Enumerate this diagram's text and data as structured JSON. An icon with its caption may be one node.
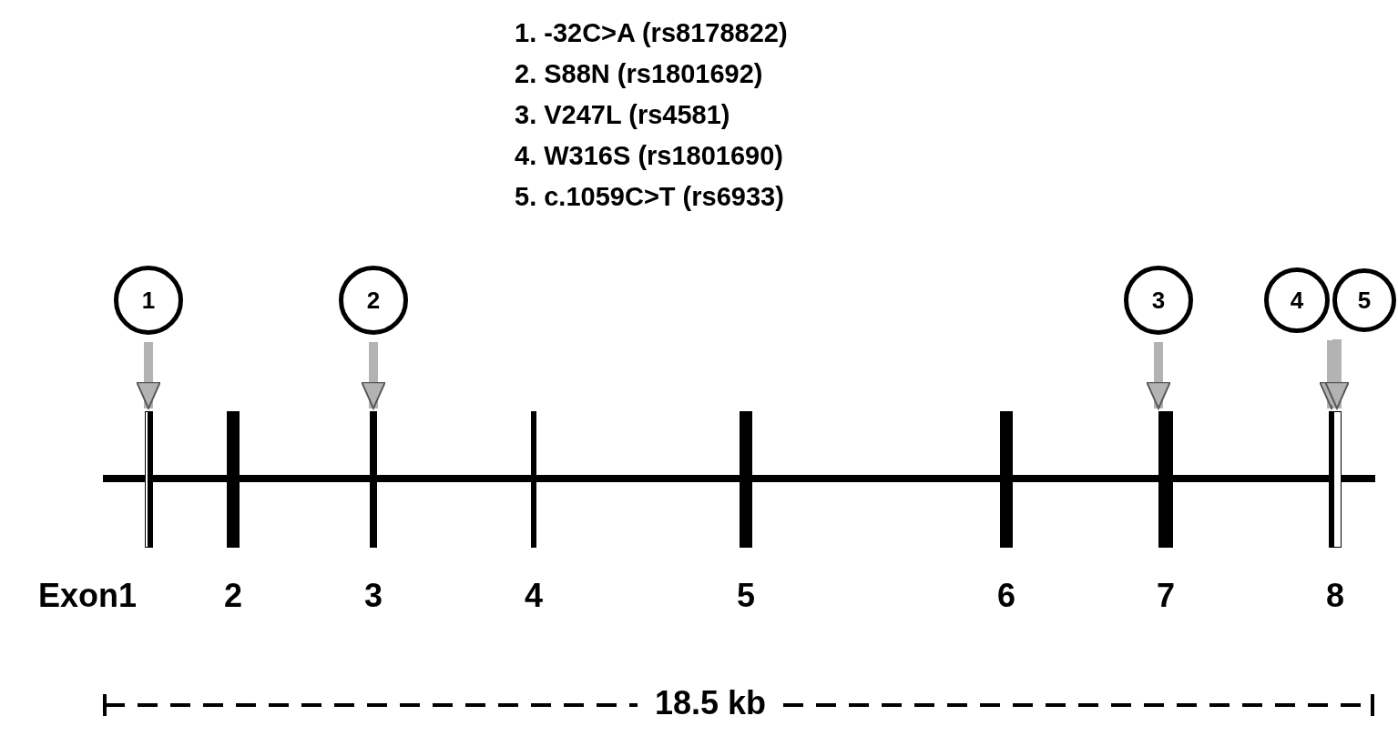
{
  "diagram": {
    "nodes": [
      {
        "text": [
          "1"
        ]
      },
      {
        "text": [
          "2"
        ]
      },
      {
        "text": [
          "3"
        ]
      },
      {
        "text": [
          "4"
        ]
      },
      {
        "text": [
          "5"
        ]
      },
      {
        "text": [],
        "shape": "bar",
        "beside": [
          "Exon1"
        ]
      },
      {
        "text": [],
        "shape": "bar",
        "beside": [
          "2"
        ]
      },
      {
        "text": [],
        "shape": "bar",
        "beside": [
          "3"
        ]
      },
      {
        "text": [],
        "shape": "bar",
        "beside": [
          "4"
        ]
      },
      {
        "text": [],
        "shape": "bar",
        "beside": [
          "5"
        ]
      },
      {
        "text": [],
        "shape": "bar",
        "beside": [
          "6"
        ]
      },
      {
        "text": [],
        "shape": "bar",
        "beside": [
          "7"
        ]
      },
      {
        "text": [],
        "shape": "bar",
        "beside": [
          "8"
        ]
      }
    ],
    "edges": [
      {
        "from": 0,
        "to": 5,
        "arrow": "to"
      },
      {
        "from": 1,
        "to": 7,
        "arrow": "to"
      },
      {
        "from": 2,
        "to": 11,
        "arrow": "to"
      },
      {
        "from": 3,
        "to": 12,
        "arrow": "to"
      },
      {
        "from": 4,
        "to": 12,
        "arrow": "to"
      }
    ],
    "labels": [
      "1. -32C>A (rs8178822)",
      "2. S88N (rs1801692)",
      "3. V247L (rs4581)",
      "4. W316S (rs1801690)",
      "5. c.1059C>T (rs6933)",
      "18.5 kb"
    ]
  }
}
